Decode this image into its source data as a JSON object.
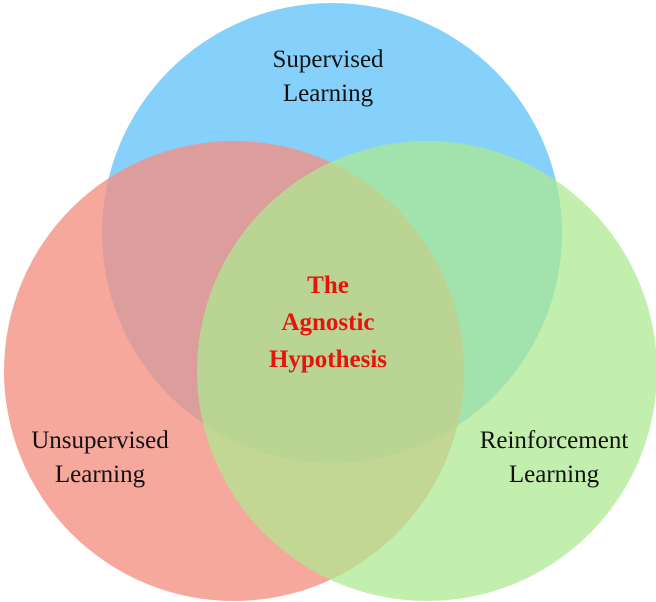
{
  "diagram": {
    "sets": [
      {
        "key": "supervised",
        "lines": [
          "Supervised",
          "Learning"
        ],
        "color": "#7ECFFC"
      },
      {
        "key": "unsupervised",
        "lines": [
          "Unsupervised",
          "Learning"
        ],
        "color": "#F58F82"
      },
      {
        "key": "reinforcement",
        "lines": [
          "Reinforcement",
          "Learning"
        ],
        "color": "#ACE98F"
      }
    ],
    "center": {
      "lines": [
        "The",
        "Agnostic",
        "Hypothesis"
      ],
      "color": "#E8130D"
    }
  }
}
